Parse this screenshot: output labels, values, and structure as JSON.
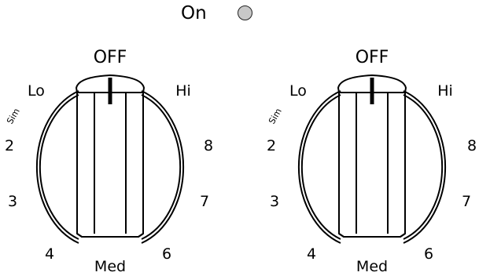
{
  "indicator": {
    "label": "On",
    "light_fill": "#c8c8c8"
  },
  "knobs": [
    {
      "id": "left",
      "labels": {
        "off": "OFF",
        "lo": "Lo",
        "sim": "Sim",
        "hi": "Hi",
        "n2": "2",
        "n3": "3",
        "n4": "4",
        "med": "Med",
        "n6": "6",
        "n7": "7",
        "n8": "8"
      }
    },
    {
      "id": "right",
      "labels": {
        "off": "OFF",
        "lo": "Lo",
        "sim": "Sim",
        "hi": "Hi",
        "n2": "2",
        "n3": "3",
        "n4": "4",
        "med": "Med",
        "n6": "6",
        "n7": "7",
        "n8": "8"
      }
    }
  ],
  "colors": {
    "stroke": "#000000",
    "background": "#ffffff"
  }
}
